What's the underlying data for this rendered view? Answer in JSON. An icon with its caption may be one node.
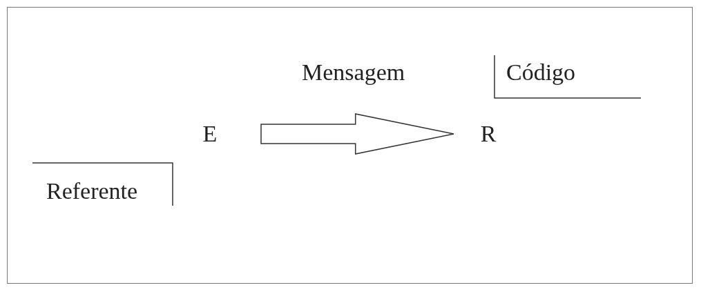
{
  "diagram": {
    "nodes": [
      {
        "text": [
          "E"
        ]
      },
      {
        "text": [
          "R"
        ]
      }
    ],
    "edges": [
      {
        "from": 0,
        "to": 1,
        "arrow": "to",
        "label": "Mensagem"
      }
    ],
    "labels": [
      "Código",
      "Referente"
    ]
  }
}
